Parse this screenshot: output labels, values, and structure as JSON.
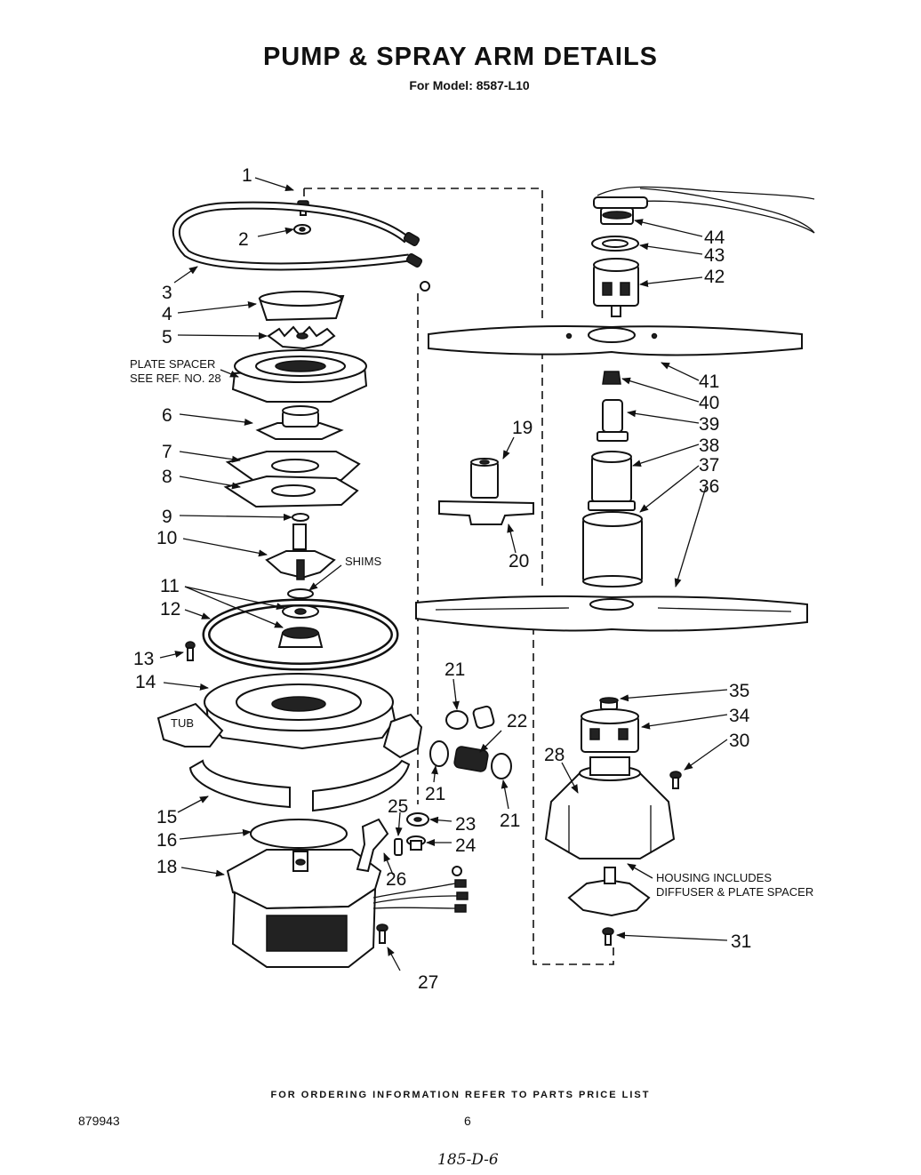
{
  "header": {
    "title": "PUMP & SPRAY ARM DETAILS",
    "subtitle": "For Model: 8587-L10"
  },
  "footer": {
    "ordering_note": "FOR ORDERING INFORMATION REFER TO PARTS PRICE LIST",
    "document_code": "879943",
    "page_number": "6",
    "handwritten_note": "185-D-6"
  },
  "annotations": {
    "plate_spacer_line1": "PLATE SPACER",
    "plate_spacer_line2": "SEE REF. NO. 28",
    "shims": "SHIMS",
    "tub": "TUB",
    "housing_line1": "HOUSING INCLUDES",
    "housing_line2": "DIFFUSER & PLATE SPACER"
  },
  "callouts": {
    "c1": "1",
    "c2": "2",
    "c3": "3",
    "c4": "4",
    "c5": "5",
    "c6": "6",
    "c7": "7",
    "c8": "8",
    "c9": "9",
    "c10": "10",
    "c11": "11",
    "c12": "12",
    "c13": "13",
    "c14": "14",
    "c15": "15",
    "c16": "16",
    "c18": "18",
    "c19": "19",
    "c20": "20",
    "c21a": "21",
    "c21b": "21",
    "c21c": "21",
    "c22": "22",
    "c23": "23",
    "c24": "24",
    "c25": "25",
    "c26": "26",
    "c27": "27",
    "c28": "28",
    "c30": "30",
    "c31": "31",
    "c34": "34",
    "c35": "35",
    "c36": "36",
    "c37": "37",
    "c38": "38",
    "c39": "39",
    "c40": "40",
    "c41": "41",
    "c42": "42",
    "c43": "43",
    "c44": "44"
  }
}
